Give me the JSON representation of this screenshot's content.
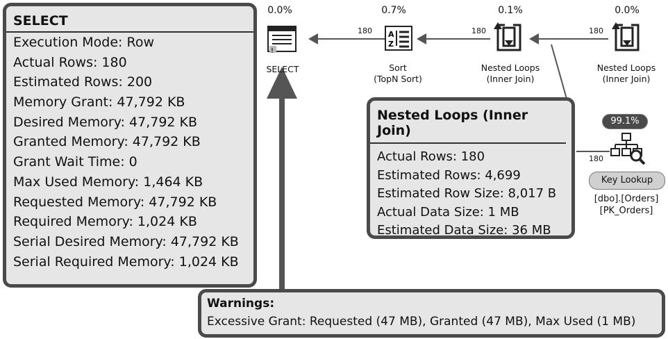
{
  "select_tooltip": {
    "title": "SELECT",
    "rows": [
      "Execution Mode:  Row",
      "Actual Rows:  180",
      "Estimated Rows:  200",
      "Memory Grant:  47,792 KB",
      "Desired Memory:  47,792 KB",
      "Granted Memory:  47,792 KB",
      "Grant Wait Time:  0",
      "Max Used Memory:  1,464 KB",
      "Requested Memory:  47,792 KB",
      "Required Memory:  1,024 KB",
      "Serial Desired Memory:  47,792 KB",
      "Serial Required Memory:  1,024 KB"
    ]
  },
  "nested_loops_tooltip": {
    "title": "Nested Loops (Inner Join)",
    "rows": [
      "Actual Rows:  180",
      "Estimated Rows:  4,699",
      "Estimated Row Size:  8,017 B",
      "Actual Data Size:  1 MB",
      "Estimated Data Size:  36 MB"
    ]
  },
  "warnings": {
    "title": "Warnings:",
    "text": "Excessive Grant: Requested (47 MB), Granted (47 MB), Max Used (1 MB)"
  },
  "operators": {
    "select": {
      "pct": "0.0%",
      "label": "SELECT",
      "icon": "select-icon"
    },
    "sort": {
      "pct": "0.7%",
      "label1": "Sort",
      "label2": "(TopN Sort)",
      "rows_in": "180",
      "icon": "sort-icon"
    },
    "nested_loops_1": {
      "pct": "0.1%",
      "label1": "Nested Loops",
      "label2": "(Inner Join)",
      "rows_in": "180",
      "icon": "nested-loops-icon"
    },
    "nested_loops_2": {
      "pct": "0.0%",
      "label1": "Nested Loops",
      "label2": "(Inner Join)",
      "rows_in": "180",
      "icon": "nested-loops-icon"
    },
    "key_lookup": {
      "pct": "99.1%",
      "label": "Key Lookup",
      "table": "[dbo].[Orders]",
      "index": "[PK_Orders]",
      "rows_in": "180",
      "icon": "key-lookup-icon"
    }
  },
  "colors": {
    "panel_bg": "#e6e6e6",
    "panel_border": "#4a4a4a",
    "arrow": "#555555"
  }
}
